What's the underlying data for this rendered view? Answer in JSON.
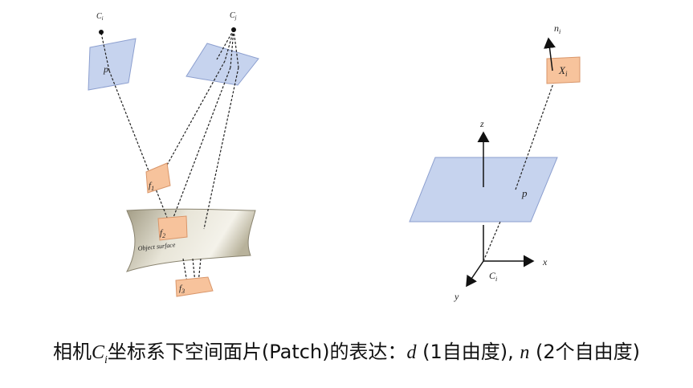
{
  "left_figure": {
    "camera_i": "C",
    "camera_i_sub": "i",
    "camera_j": "C",
    "camera_j_sub": "j",
    "patch_p": "p",
    "feature_1": "f",
    "feature_1_sub": "1",
    "feature_2": "f",
    "feature_2_sub": "2",
    "feature_3": "f",
    "feature_3_sub": "3",
    "surface_label": "Object surface"
  },
  "right_figure": {
    "normal": "n",
    "normal_sub": "i",
    "point": "X",
    "point_sub": "i",
    "axis_z": "z",
    "axis_x": "x",
    "axis_y": "y",
    "patch_p": "p",
    "origin": "C",
    "origin_sub": "i"
  },
  "caption": {
    "prefix": "相机",
    "cam": "C",
    "cam_sub": "i",
    "middle": "坐标系下空间面片(Patch)的表达：",
    "d": "d",
    "d_desc": " (1自由度), ",
    "n": "n",
    "n_desc": " (2个自由度)"
  },
  "colors": {
    "patch_blue": "#c6d3ee",
    "patch_blue_stroke": "#8c9fcf",
    "patch_orange": "#f7c39c",
    "patch_orange_stroke": "#d9966a",
    "surface": "#cfcab6"
  }
}
